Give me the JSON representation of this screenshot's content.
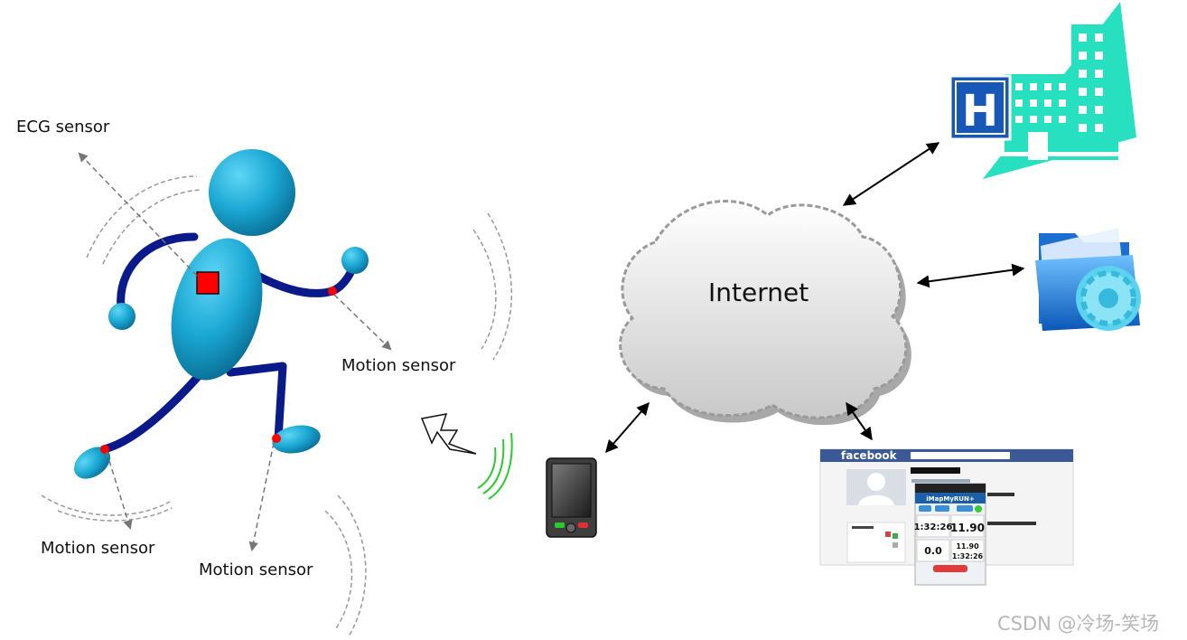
{
  "labels": {
    "ecg_sensor": "ECG sensor",
    "motion_sensor_arm": "Motion sensor",
    "motion_sensor_foot": "Motion sensor",
    "motion_sensor_knee": "Motion sensor"
  },
  "cloud": {
    "label": "Internet"
  },
  "hospital": {
    "sign_letter": "H"
  },
  "social_screenshot": {
    "brand": "facebook",
    "app_title": "iMapMyRUN+",
    "time_main": "1:32:26",
    "distance_main": "11.90",
    "pace": "0.0",
    "distance_small": "11.90",
    "time_small": "1:32:26"
  },
  "watermark": "CSDN @冷场-笑场",
  "colors": {
    "body_blue": "#1aa7d3",
    "limb_navy": "#0b1a8a",
    "sensor_red": "#ff0000",
    "hospital_teal": "#26e0c0",
    "hospital_sign": "#1657b8",
    "signal_green": "#27cc2b",
    "facebook_blue": "#3b5998"
  },
  "icons": [
    "runner-figure",
    "lightning-icon",
    "wireless-signal-icon",
    "pda-device-icon",
    "cloud-icon",
    "hospital-icon",
    "folder-gear-icon",
    "social-app-screenshot"
  ]
}
